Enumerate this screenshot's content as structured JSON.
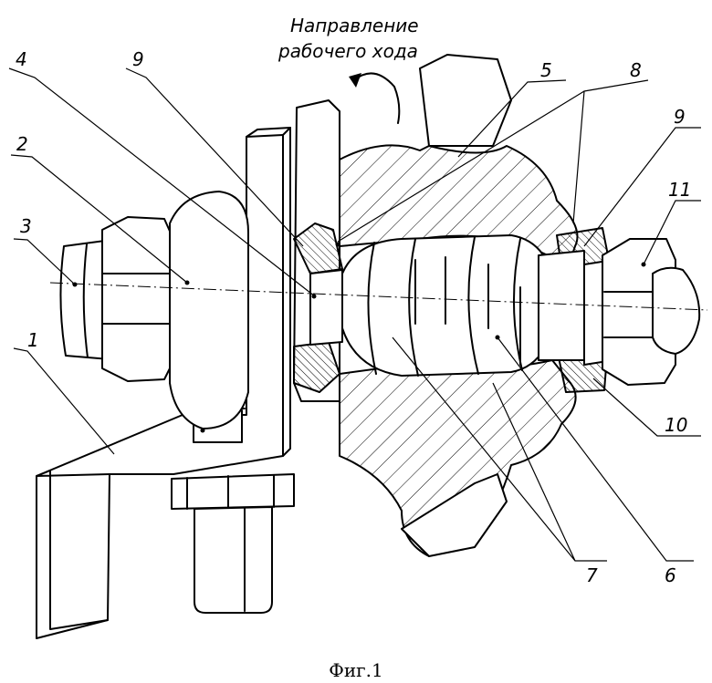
{
  "direction_label": {
    "line1": "Направление",
    "line2": "рабочего хода"
  },
  "callouts": [
    {
      "id": "c1",
      "text": "1"
    },
    {
      "id": "c2",
      "text": "2"
    },
    {
      "id": "c3",
      "text": "3"
    },
    {
      "id": "c4",
      "text": "4"
    },
    {
      "id": "c5",
      "text": "5"
    },
    {
      "id": "c6",
      "text": "6"
    },
    {
      "id": "c7",
      "text": "7"
    },
    {
      "id": "c8",
      "text": "8"
    },
    {
      "id": "c9a",
      "text": "9"
    },
    {
      "id": "c9b",
      "text": "9"
    },
    {
      "id": "c10",
      "text": "10"
    },
    {
      "id": "c11",
      "text": "11"
    }
  ],
  "caption": "Фиг.1"
}
